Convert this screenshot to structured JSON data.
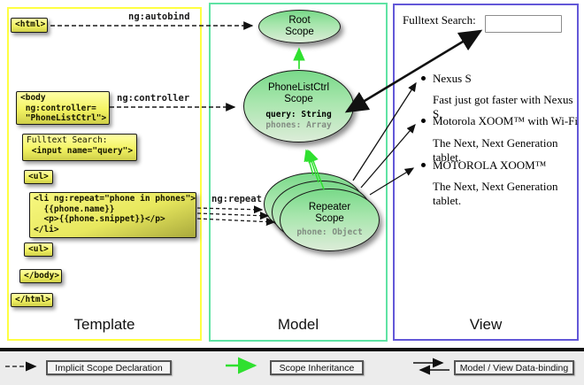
{
  "columns": {
    "template": {
      "title": "Template"
    },
    "model": {
      "title": "Model"
    },
    "view": {
      "title": "View"
    }
  },
  "template_boxes": {
    "html_open": "<html>",
    "body_open": [
      "<body",
      " ng:controller=",
      " \"PhoneListCtrl\">"
    ],
    "fulltext": [
      "Fulltext Search:",
      " <input name=\"query\">"
    ],
    "ul_open": "<ul>",
    "li_repeat": [
      "<li ng:repeat=\"phone in phones\">",
      "  {{phone.name}}",
      "  <p>{{phone.snippet}}</p>",
      "</li>"
    ],
    "ul_close": "<ul>",
    "body_close": "</body>",
    "html_close": "</html>"
  },
  "arrow_labels": {
    "autobind": "ng:autobind",
    "controller": "ng:controller",
    "repeat": "ng:repeat"
  },
  "model_scopes": {
    "root": {
      "title": "Root\nScope"
    },
    "phonelist": {
      "title": "PhoneListCtrl\nScope",
      "prop1": "query: String",
      "prop2": "phones: Array"
    },
    "repeater": {
      "title": "Repeater\nScope",
      "prop1": "phone: Object"
    }
  },
  "view_panel": {
    "search_label": "Fulltext Search:",
    "search_value": "",
    "items": [
      {
        "title": "Nexus S",
        "desc": "Fast just got faster with Nexus S."
      },
      {
        "title": "Motorola XOOM™  with Wi-Fi",
        "desc": "The Next, Next Generation tablet."
      },
      {
        "title": "MOTOROLA XOOM™",
        "desc": "The Next, Next Generation tablet."
      }
    ]
  },
  "legend": {
    "implicit": "Implicit Scope Declaration",
    "inheritance": "Scope Inheritance",
    "databinding": "Model / View Data-binding"
  },
  "colors": {
    "template_border": "#ffff42",
    "model_border": "#5fe3a4",
    "view_border": "#6358d8",
    "code_box_yellow": "#f3f363",
    "scope_green_top": "#79d989",
    "inheritance_green": "#2fe02f",
    "arrow_black": "#111111"
  }
}
